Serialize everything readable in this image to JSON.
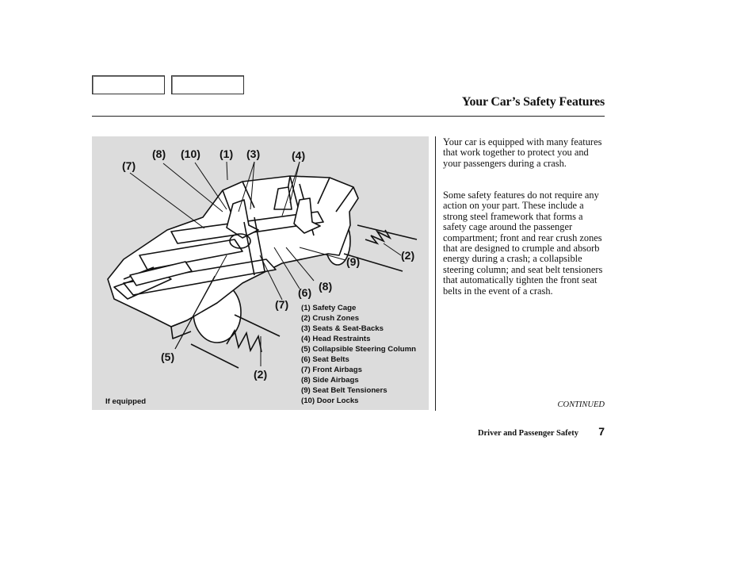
{
  "header": {
    "title": "Your Car’s Safety Features"
  },
  "figure": {
    "callouts": {
      "c7_top": "(7)",
      "c8_top": "(8)",
      "c10": "(10)",
      "c1": "(1)",
      "c3": "(3)",
      "c4": "(4)",
      "c2_right": "(2)",
      "c9": "(9)",
      "c8_mid": "(8)",
      "c6": "(6)",
      "c7_mid": "(7)",
      "c5": "(5)",
      "c2_bottom": "(2)"
    },
    "legend": [
      "(1) Safety Cage",
      "(2) Crush Zones",
      "(3) Seats & Seat-Backs",
      "(4) Head Restraints",
      "(5) Collapsible Steering Column",
      "(6) Seat Belts",
      "(7) Front Airbags",
      "(8) Side Airbags",
      "(9) Seat Belt Tensioners",
      "(10) Door Locks"
    ],
    "footnote": "If equipped"
  },
  "body": {
    "paragraph1": "Your car is equipped with many features that work together to protect you and your passengers during a crash.",
    "paragraph2": "Some safety features do not require any action on your part. These include a strong steel framework that forms a safety cage around the passenger compartment; front and rear crush zones that are designed to crumple and absorb energy during a crash; a collapsible steering column; and seat belt tensioners that automatically tighten the front seat belts in the event of a crash."
  },
  "footer": {
    "continued": "CONTINUED",
    "section": "Driver and Passenger Safety",
    "page_number": "7"
  }
}
